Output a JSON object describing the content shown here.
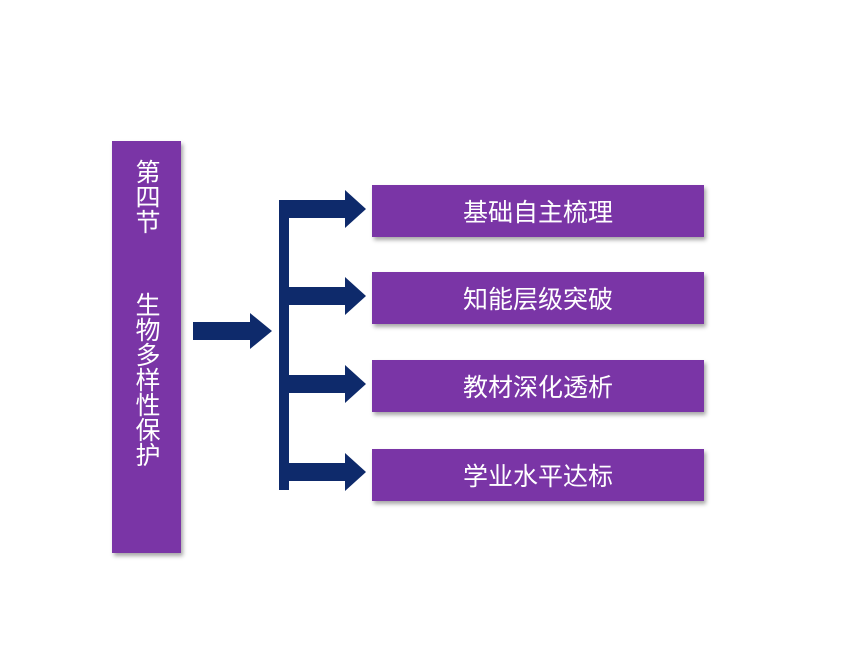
{
  "title": {
    "vertical_text": "第四节  生物多样性保护"
  },
  "menu": {
    "items": [
      {
        "label": "基础自主梳理"
      },
      {
        "label": "知能层级突破"
      },
      {
        "label": "教材深化透析"
      },
      {
        "label": "学业水平达标"
      }
    ]
  },
  "colors": {
    "box_fill": "#7a35a6",
    "arrow_fill": "#0e2a6b",
    "text": "#ffffff"
  }
}
